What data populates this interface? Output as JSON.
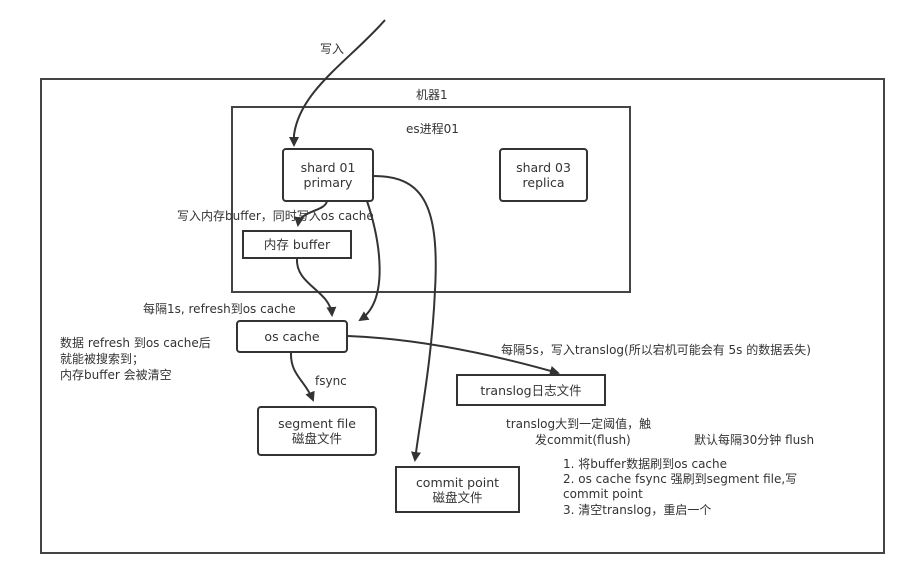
{
  "diagram": {
    "write_in_label": "写入",
    "machine": {
      "title": "机器1"
    },
    "es_process": {
      "title": "es进程01"
    },
    "nodes": {
      "shard01": {
        "line1": "shard 01",
        "line2": "primary"
      },
      "shard03": {
        "line1": "shard 03",
        "line2": "replica"
      },
      "memory_buffer": {
        "label": "内存 buffer"
      },
      "os_cache": {
        "label": "os cache"
      },
      "translog": {
        "label": "translog日志文件"
      },
      "segment_file": {
        "line1": "segment file",
        "line2": "磁盘文件"
      },
      "commit_point": {
        "line1": "commit point",
        "line2": "磁盘文件"
      }
    },
    "annotations": {
      "write_buffer_and_cache": "写入内存buffer，同时写入os cache",
      "refresh_every_1s": "每隔1s, refresh到os cache",
      "refresh_note_line1": "数据 refresh 到os cache后",
      "refresh_note_line2": "就能被搜索到；",
      "refresh_note_line3": "内存buffer 会被清空",
      "fsync": "fsync",
      "translog_every_5s": "每隔5s，写入translog(所以宕机可能会有 5s 的数据丢失)",
      "translog_threshold_line1": "translog大到一定阈值，触",
      "translog_threshold_line2": "发commit(flush)",
      "default_flush": "默认每隔30分钟 flush",
      "commit_steps": [
        "1. 将buffer数据刷到os cache",
        "2. os cache fsync 强刷到segment file,写",
        "commit point",
        "3. 清空translog，重启一个"
      ]
    }
  }
}
